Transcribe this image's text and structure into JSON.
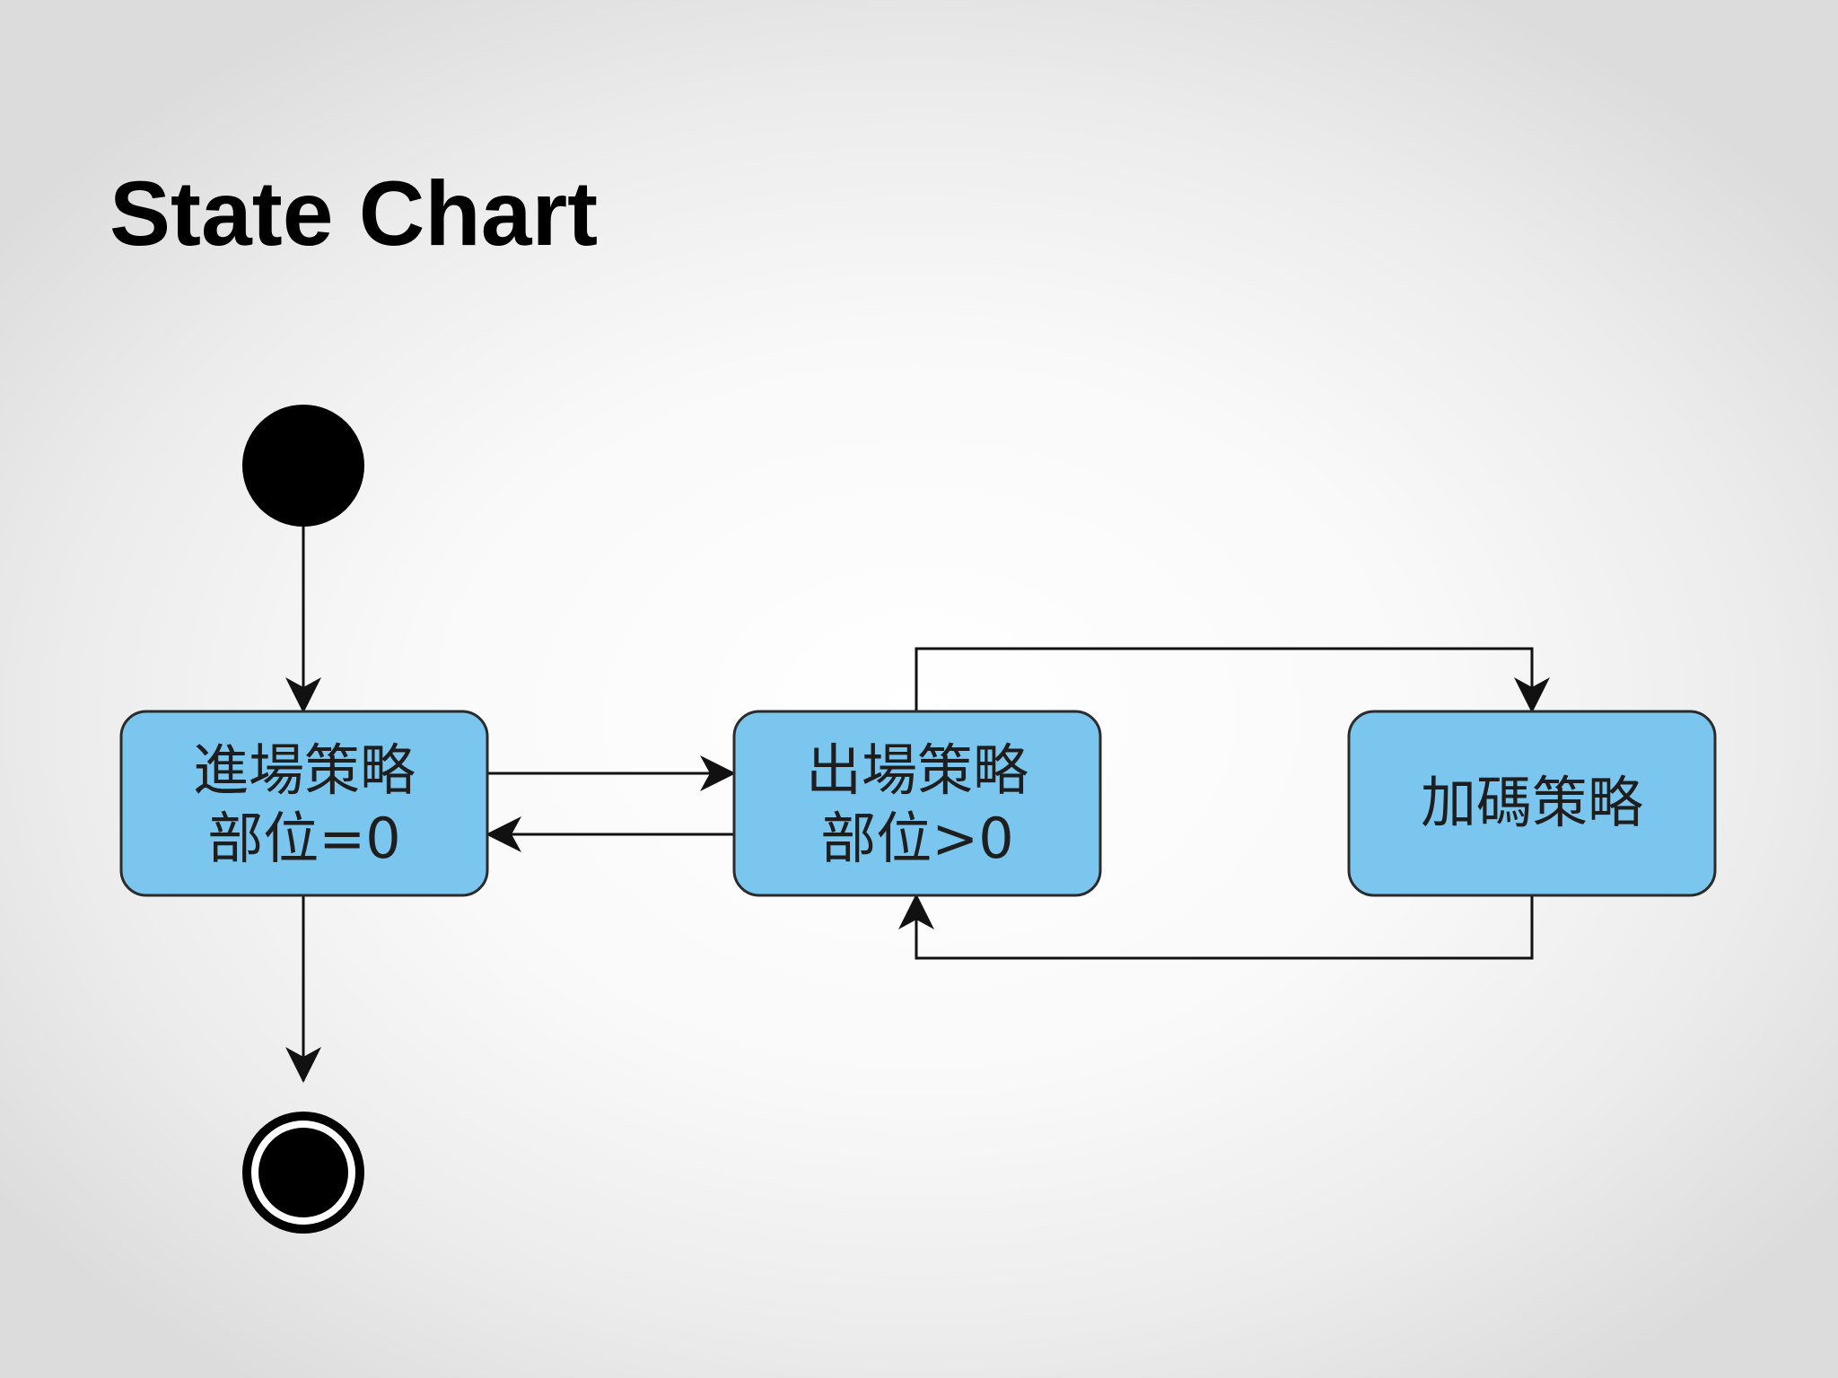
{
  "slide": {
    "title": "State Chart"
  },
  "diagram": {
    "colors": {
      "state_fill": "#7bc6ee",
      "state_stroke": "#2b2b2b",
      "line": "#111111",
      "node": "#000000"
    },
    "states": {
      "entry": {
        "line1": "進場策略",
        "line2": "部位=0"
      },
      "exit": {
        "line1": "出場策略",
        "line2": "部位>0"
      },
      "add": {
        "line1": "加碼策略"
      }
    },
    "transitions": [
      {
        "from": "initial",
        "to": "entry"
      },
      {
        "from": "entry",
        "to": "exit"
      },
      {
        "from": "exit",
        "to": "entry"
      },
      {
        "from": "exit",
        "to": "add"
      },
      {
        "from": "add",
        "to": "exit"
      },
      {
        "from": "entry",
        "to": "final"
      }
    ]
  }
}
